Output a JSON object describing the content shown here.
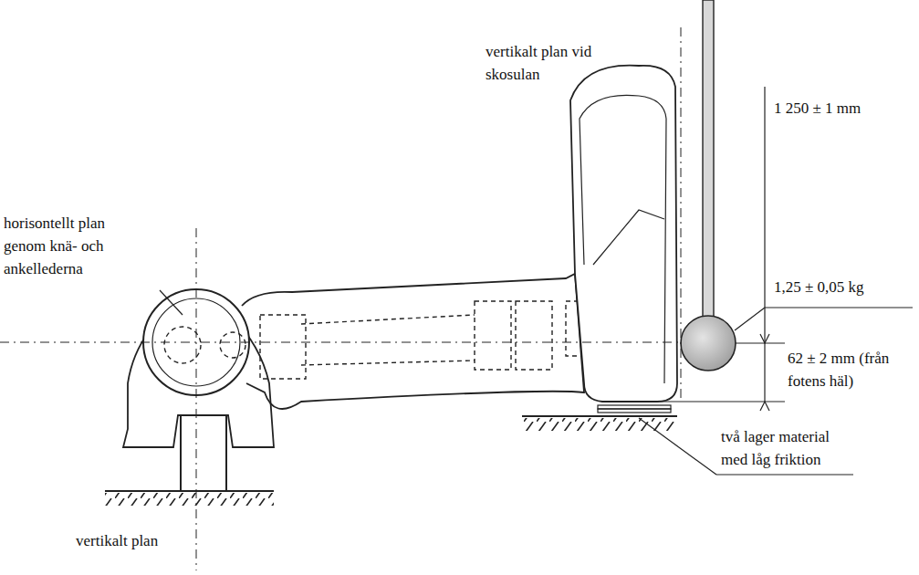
{
  "diagram": {
    "labels": [
      "vertikalt plan vid skosulan",
      "1 250 ± 1 mm",
      "horisontellt plan genom knä- och ankellederna",
      "1,25 ± 0,05 kg",
      "62 ± 2 mm (från fotens häl)",
      "två lager material med låg friktion",
      "vertikalt plan"
    ]
  }
}
